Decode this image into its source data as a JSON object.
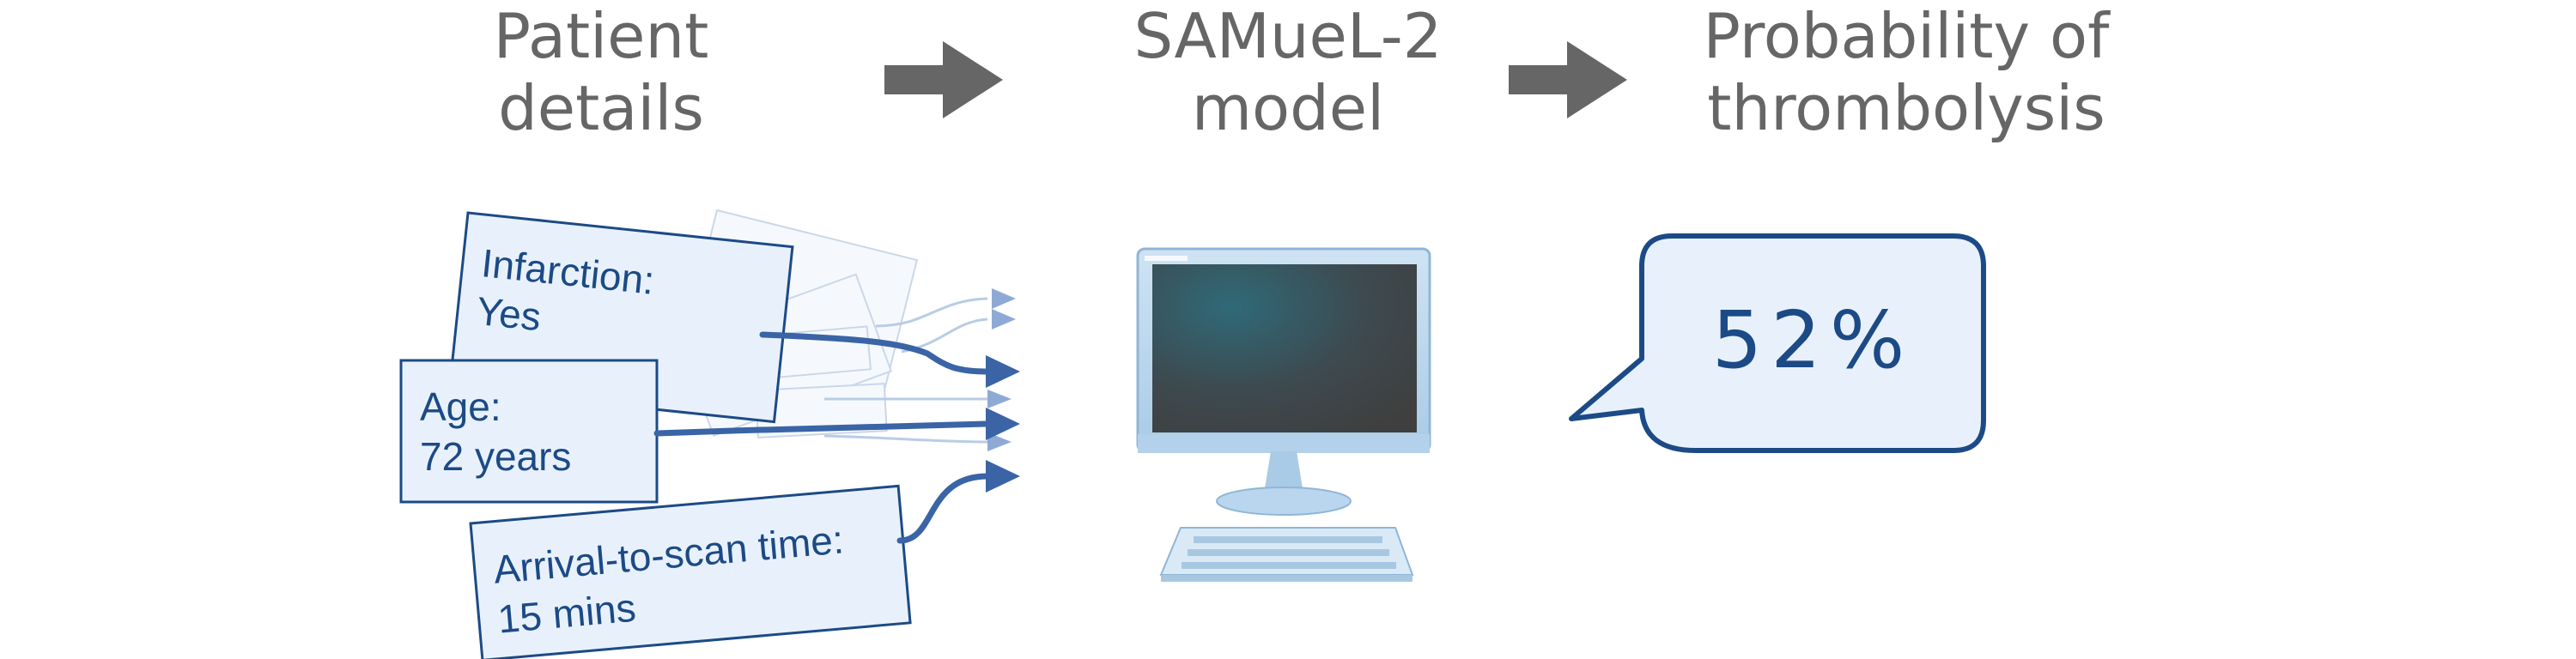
{
  "steps": {
    "patient": {
      "line1": "Patient",
      "line2": "details"
    },
    "model": {
      "line1": "SAMueL-2",
      "line2": "model"
    },
    "output": {
      "line1": "Probability of",
      "line2": "thrombolysis"
    }
  },
  "cards": {
    "infarction": {
      "label": "Infarction:",
      "value": "Yes"
    },
    "age": {
      "label": "Age:",
      "value": "72 years"
    },
    "arrival": {
      "label": "Arrival-to-scan time:",
      "value": "15 mins"
    }
  },
  "result": {
    "probability": "52%"
  },
  "icons": [
    "right-arrow-icon",
    "computer-icon",
    "keyboard-icon",
    "speech-bubble-icon"
  ],
  "colors": {
    "heading": "#666666",
    "card_fill": "#e8f1fb",
    "card_border": "#1c4a86",
    "flow_line": "#3a64a6",
    "bubble_border": "#1c4a86",
    "bubble_fill": "#e8f1fb"
  }
}
